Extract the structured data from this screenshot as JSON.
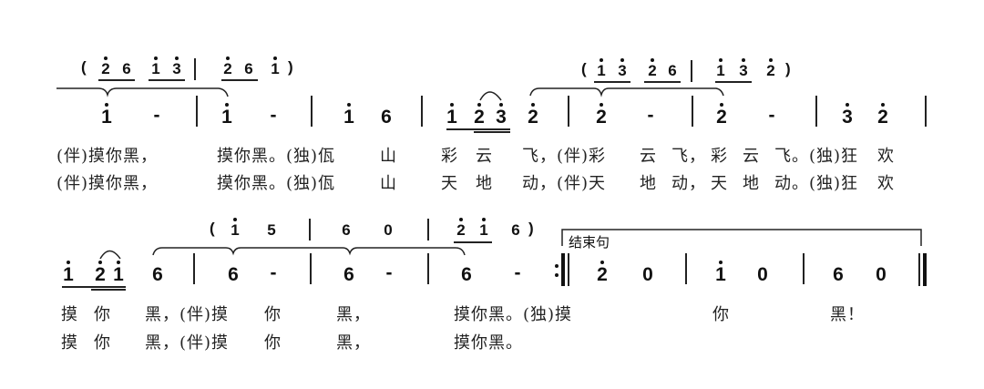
{
  "score": {
    "system1": {
      "interlude": {
        "bar1": [
          {
            "note": "2",
            "octave_up": true
          },
          {
            "note": "6"
          },
          {
            "note": "1",
            "octave_up": true
          },
          {
            "note": "3",
            "octave_up": true
          }
        ],
        "bar2": [
          {
            "note": "2",
            "octave_up": true
          },
          {
            "note": "6"
          },
          {
            "note": "1",
            "octave_up": true
          }
        ],
        "open_paren": "(",
        "close_paren": ")"
      },
      "interlude2": {
        "bar1": [
          {
            "note": "1",
            "octave_up": true
          },
          {
            "note": "3",
            "octave_up": true
          },
          {
            "note": "2",
            "octave_up": true
          },
          {
            "note": "6"
          }
        ],
        "bar2": [
          {
            "note": "1",
            "octave_up": true
          },
          {
            "note": "3",
            "octave_up": true
          },
          {
            "note": "2",
            "octave_up": true
          }
        ],
        "open_paren": "(",
        "close_paren": ")"
      },
      "melody": {
        "m1": [
          "1",
          "-"
        ],
        "m2": [
          "1",
          "-"
        ],
        "m3": [
          "1",
          "6"
        ],
        "m4": [
          "1",
          "2",
          "3",
          "2"
        ],
        "m5": [
          "2",
          "-"
        ],
        "m6": [
          "2",
          "-"
        ],
        "m7": [
          "3",
          "2"
        ]
      },
      "lyrics_verse1": "(伴)摸你黑，  摸你黑。(独)佤 山  彩云  飞，(伴)彩云飞，  彩云飞。(独)狂 欢",
      "lyrics_verse1_parts": [
        "(伴)摸你黑，",
        "摸你黑。(独)佤",
        "山",
        "彩",
        "云",
        "飞，(伴)彩",
        "云",
        "飞，",
        "彩",
        "云",
        "飞。(独)狂",
        "欢"
      ],
      "lyrics_verse2_parts": [
        "(伴)摸你黑，",
        "摸你黑。(独)佤",
        "山",
        "天",
        "地",
        "动，(伴)天",
        "地",
        "动，",
        "天",
        "地",
        "动。(独)狂",
        "欢"
      ]
    },
    "system2": {
      "interlude": {
        "bar1": [
          {
            "note": "1",
            "octave_up": true
          },
          {
            "note": "5"
          }
        ],
        "bar2": [
          {
            "note": "6"
          },
          {
            "note": "0"
          }
        ],
        "bar3": [
          {
            "note": "2",
            "octave_up": true
          },
          {
            "note": "1",
            "octave_up": true
          },
          {
            "note": "6"
          }
        ],
        "open_paren": "(",
        "close_paren": ")"
      },
      "ending_label": "结束句",
      "melody": {
        "m1": [
          "1",
          "2",
          "1",
          "6"
        ],
        "m2": [
          "6",
          "-"
        ],
        "m3": [
          "6",
          "-"
        ],
        "m4": [
          "6",
          "-"
        ],
        "m5": [
          "2",
          "0"
        ],
        "m6": [
          "1",
          "0"
        ],
        "m7": [
          "6",
          "0"
        ]
      },
      "lyrics_verse1_parts": [
        "摸",
        "你",
        "黑，(伴)摸",
        "你",
        "黑，",
        "摸你黑。(独)摸",
        "你",
        "黑！"
      ],
      "lyrics_verse2_parts": [
        "摸",
        "你",
        "黑，(伴)摸",
        "你",
        "黑，",
        "摸你黑。"
      ]
    }
  }
}
